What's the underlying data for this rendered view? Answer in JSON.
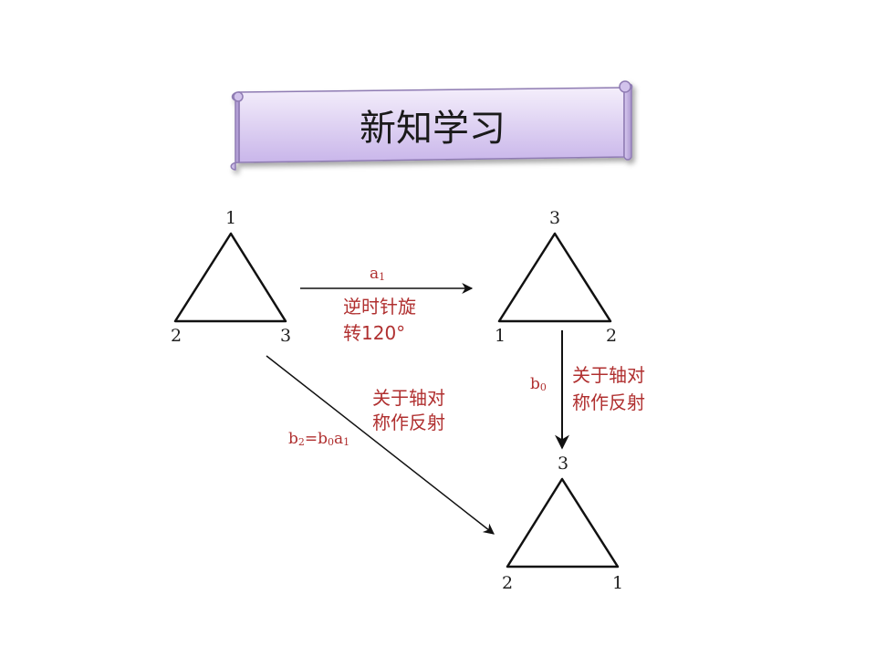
{
  "title": "新知学习",
  "triangles": {
    "start": {
      "top": "1",
      "left": "2",
      "right": "3"
    },
    "rotated": {
      "top": "3",
      "left": "1",
      "right": "2"
    },
    "reflected": {
      "top": "3",
      "left": "2",
      "right": "1"
    }
  },
  "arrows": {
    "a1": {
      "symbol": "a",
      "sub": "1",
      "desc_line1": "逆时针旋",
      "desc_line2": "转120°"
    },
    "b0": {
      "symbol": "b",
      "sub": "0",
      "desc_line1": "关于轴对",
      "desc_line2": "称作反射"
    },
    "b2": {
      "p1": "b",
      "s1": "2",
      "p2": "=b",
      "s2": "0",
      "p3": "a",
      "s3": "1",
      "desc_line1": "关于轴对",
      "desc_line2": "称作反射"
    }
  },
  "colors": {
    "banner_top": "#f3ecfb",
    "banner_bottom": "#cbb8ea",
    "banner_border": "#8f7bb3",
    "label_red": "#b03030",
    "stroke": "#111111"
  }
}
